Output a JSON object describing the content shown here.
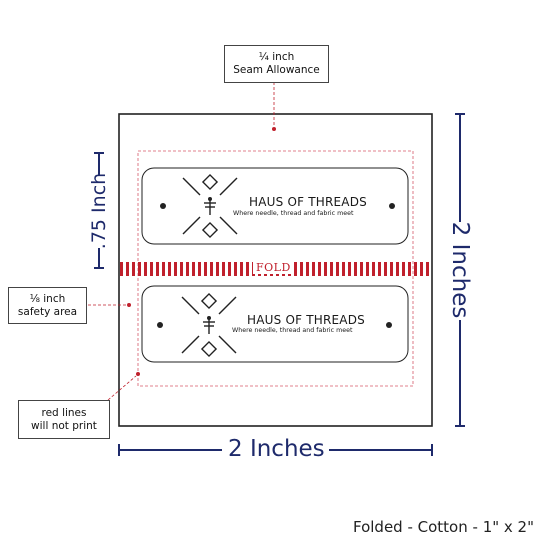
{
  "callouts": {
    "seam_allowance": "¼ inch\nSeam Allowance",
    "safety_area": "⅛ inch\nsafety area",
    "red_lines": "red lines\nwill not print"
  },
  "dimensions": {
    "width_label": "2 Inches",
    "height_label": "2 Inches",
    "label_height": ".75 Inch"
  },
  "fold_label": "FOLD",
  "labels": [
    {
      "brand": "HAUS OF THREADS",
      "tagline": "Where needle, thread and fabric meet"
    },
    {
      "brand": "HAUS OF THREADS",
      "tagline": "Where needle, thread and fabric meet"
    }
  ],
  "footer": "Folded - Cotton - 1\" x 2\"",
  "colors": {
    "guide_red": "#c0202c",
    "dimension_navy": "#1e2a6b",
    "outline": "#222222"
  },
  "icons": [
    "dragonfly-icon",
    "diamond-icon",
    "cross-lines-icon"
  ]
}
